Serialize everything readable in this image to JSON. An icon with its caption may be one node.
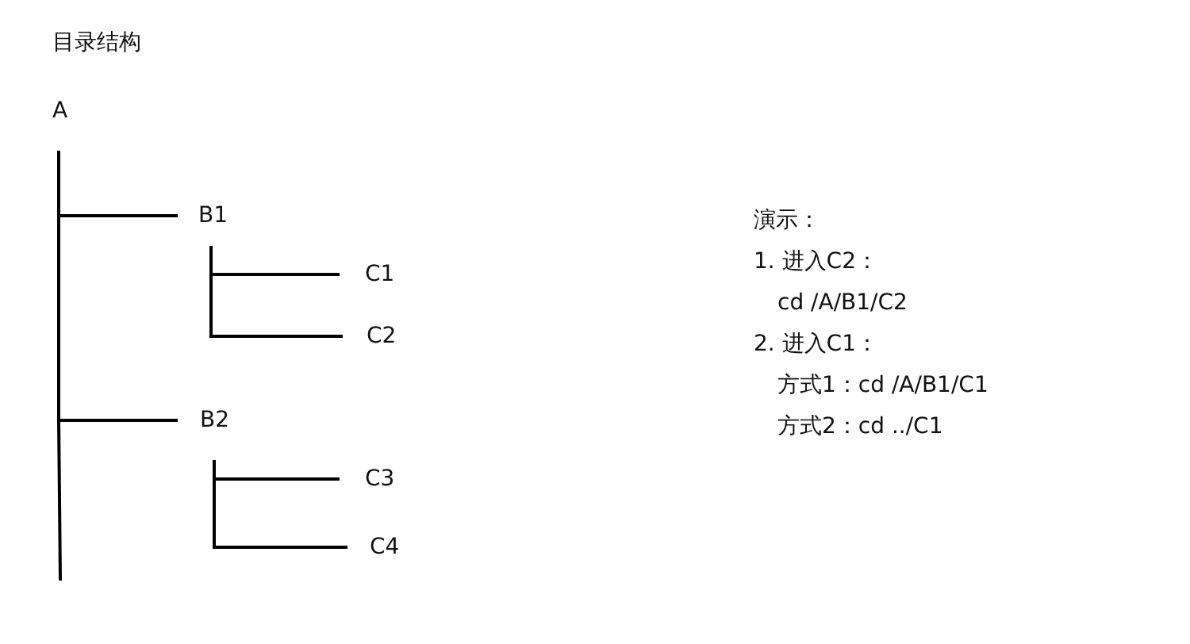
{
  "diagram": {
    "title": "目录结构",
    "nodes": [
      {
        "text": [
          "A"
        ]
      },
      {
        "text": [
          "B1"
        ]
      },
      {
        "text": [
          "C1"
        ]
      },
      {
        "text": [
          "C2"
        ]
      },
      {
        "text": [
          "B2"
        ]
      },
      {
        "text": [
          "C3"
        ]
      },
      {
        "text": [
          "C4"
        ]
      }
    ],
    "edges": [
      {
        "from": 0,
        "to": 1,
        "arrow": "none"
      },
      {
        "from": 1,
        "to": 2,
        "arrow": "none"
      },
      {
        "from": 1,
        "to": 3,
        "arrow": "none"
      },
      {
        "from": 0,
        "to": 4,
        "arrow": "none"
      },
      {
        "from": 4,
        "to": 5,
        "arrow": "none"
      },
      {
        "from": 4,
        "to": 6,
        "arrow": "none"
      }
    ],
    "labels": [
      "演示：",
      "1. 进入C2：",
      "cd /A/B1/C2",
      "2. 进入C1：",
      "方式1：cd /A/B1/C1",
      "方式2：cd ../C1"
    ]
  }
}
